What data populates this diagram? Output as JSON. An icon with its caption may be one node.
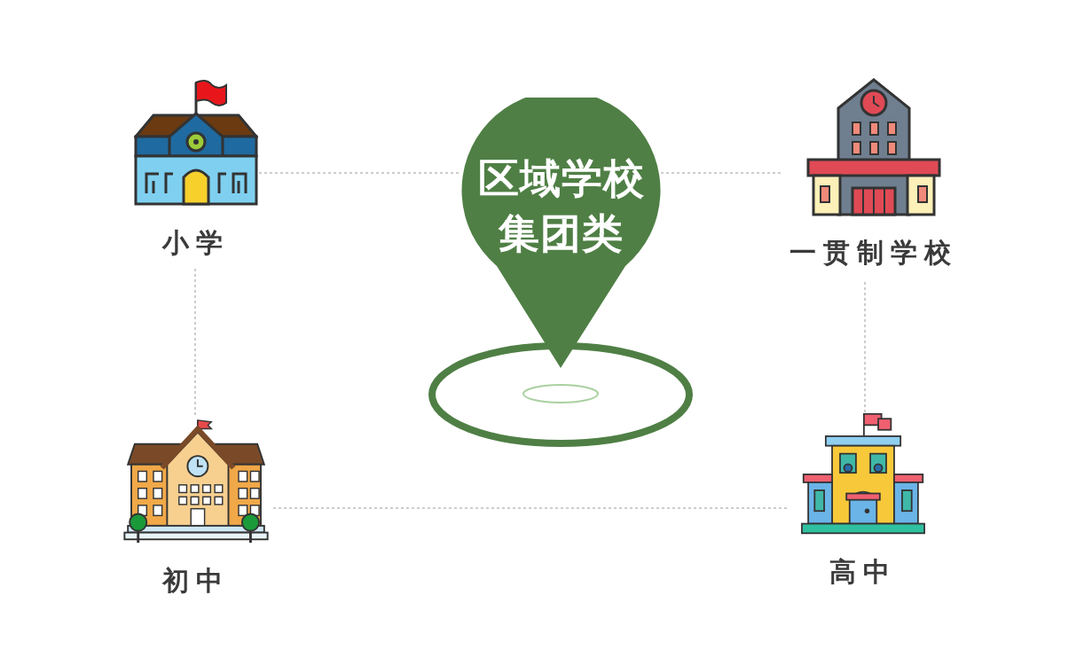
{
  "diagram": {
    "nodes": [
      {
        "text": [
          "区域学校集团类"
        ]
      },
      {
        "text": [
          "小学"
        ]
      },
      {
        "text": [
          "一贯制学校"
        ]
      },
      {
        "text": [
          "初中"
        ]
      },
      {
        "text": [
          "高中"
        ]
      }
    ],
    "edges": [
      {
        "from": 1,
        "to": 0,
        "arrow": "none",
        "style": "dashed"
      },
      {
        "from": 0,
        "to": 2,
        "arrow": "none",
        "style": "dashed"
      },
      {
        "from": 1,
        "to": 3,
        "arrow": "none",
        "style": "dashed"
      },
      {
        "from": 2,
        "to": 4,
        "arrow": "none",
        "style": "dashed"
      },
      {
        "from": 3,
        "to": 4,
        "arrow": "none",
        "style": "dashed"
      }
    ]
  }
}
